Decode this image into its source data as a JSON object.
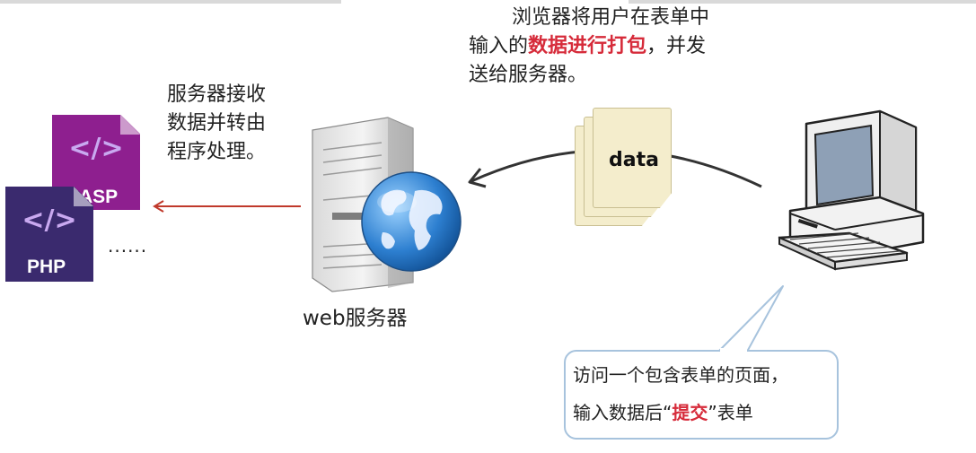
{
  "diagram": {
    "browser_note": {
      "line1": "浏览器将用户在表单中",
      "line2_prefix": "输入的",
      "line2_highlight": "数据进行打包",
      "line2_suffix": "，并发",
      "line3": "送给服务器。"
    },
    "server_note": {
      "line1": "服务器接收",
      "line2": "数据并转由",
      "line3": "程序处理。"
    },
    "data_label": "data",
    "server_label": "web服务器",
    "asp_label": "ASP",
    "php_label": "PHP",
    "code_symbol": "</>",
    "ellipsis": "......",
    "bubble": {
      "line1": "访问一个包含表单的页面，",
      "line2_prefix": "输入数据后“",
      "line2_highlight": "提交",
      "line2_suffix": "”表单"
    },
    "colors": {
      "highlight": "#d62b3a",
      "asp_file": "#8e1f8f",
      "php_file": "#3a2a6e",
      "arrow_red": "#c0392b",
      "arrow_dark": "#333333",
      "paper": "#f4edcc",
      "bubble_border": "#a7c3dd"
    },
    "icons": [
      "asp-file-icon",
      "php-file-icon",
      "web-server-icon",
      "globe-icon",
      "data-paper-icon",
      "desktop-computer-icon"
    ]
  }
}
